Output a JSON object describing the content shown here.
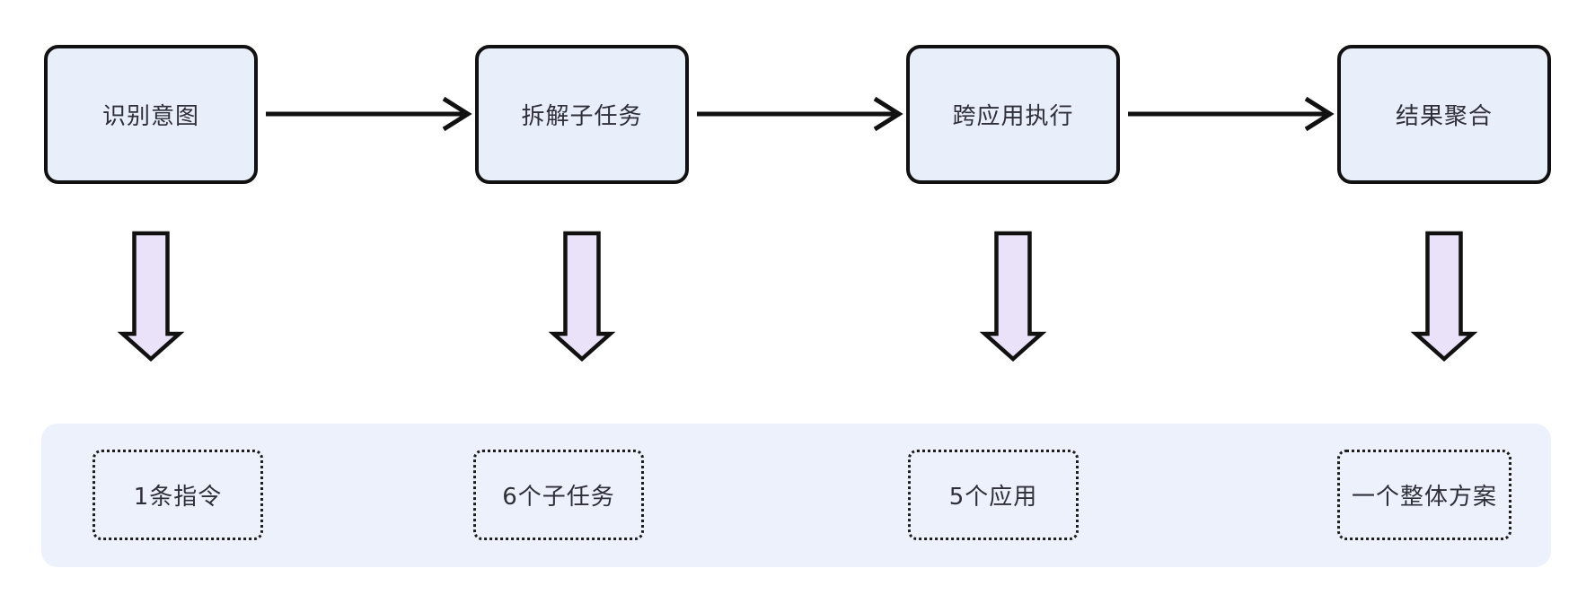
{
  "steps": [
    {
      "label": "识别意图",
      "output": "1条指令"
    },
    {
      "label": "拆解子任务",
      "output": "6个子任务"
    },
    {
      "label": "跨应用执行",
      "output": "5个应用"
    },
    {
      "label": "结果聚合",
      "output": "一个整体方案"
    }
  ],
  "colors": {
    "node_fill": "#E9EFFA",
    "node_border": "#111111",
    "band_fill": "#EDF1FB",
    "down_arrow_fill": "#E9E2F8",
    "line": "#111111",
    "text": "#2E2F38"
  }
}
